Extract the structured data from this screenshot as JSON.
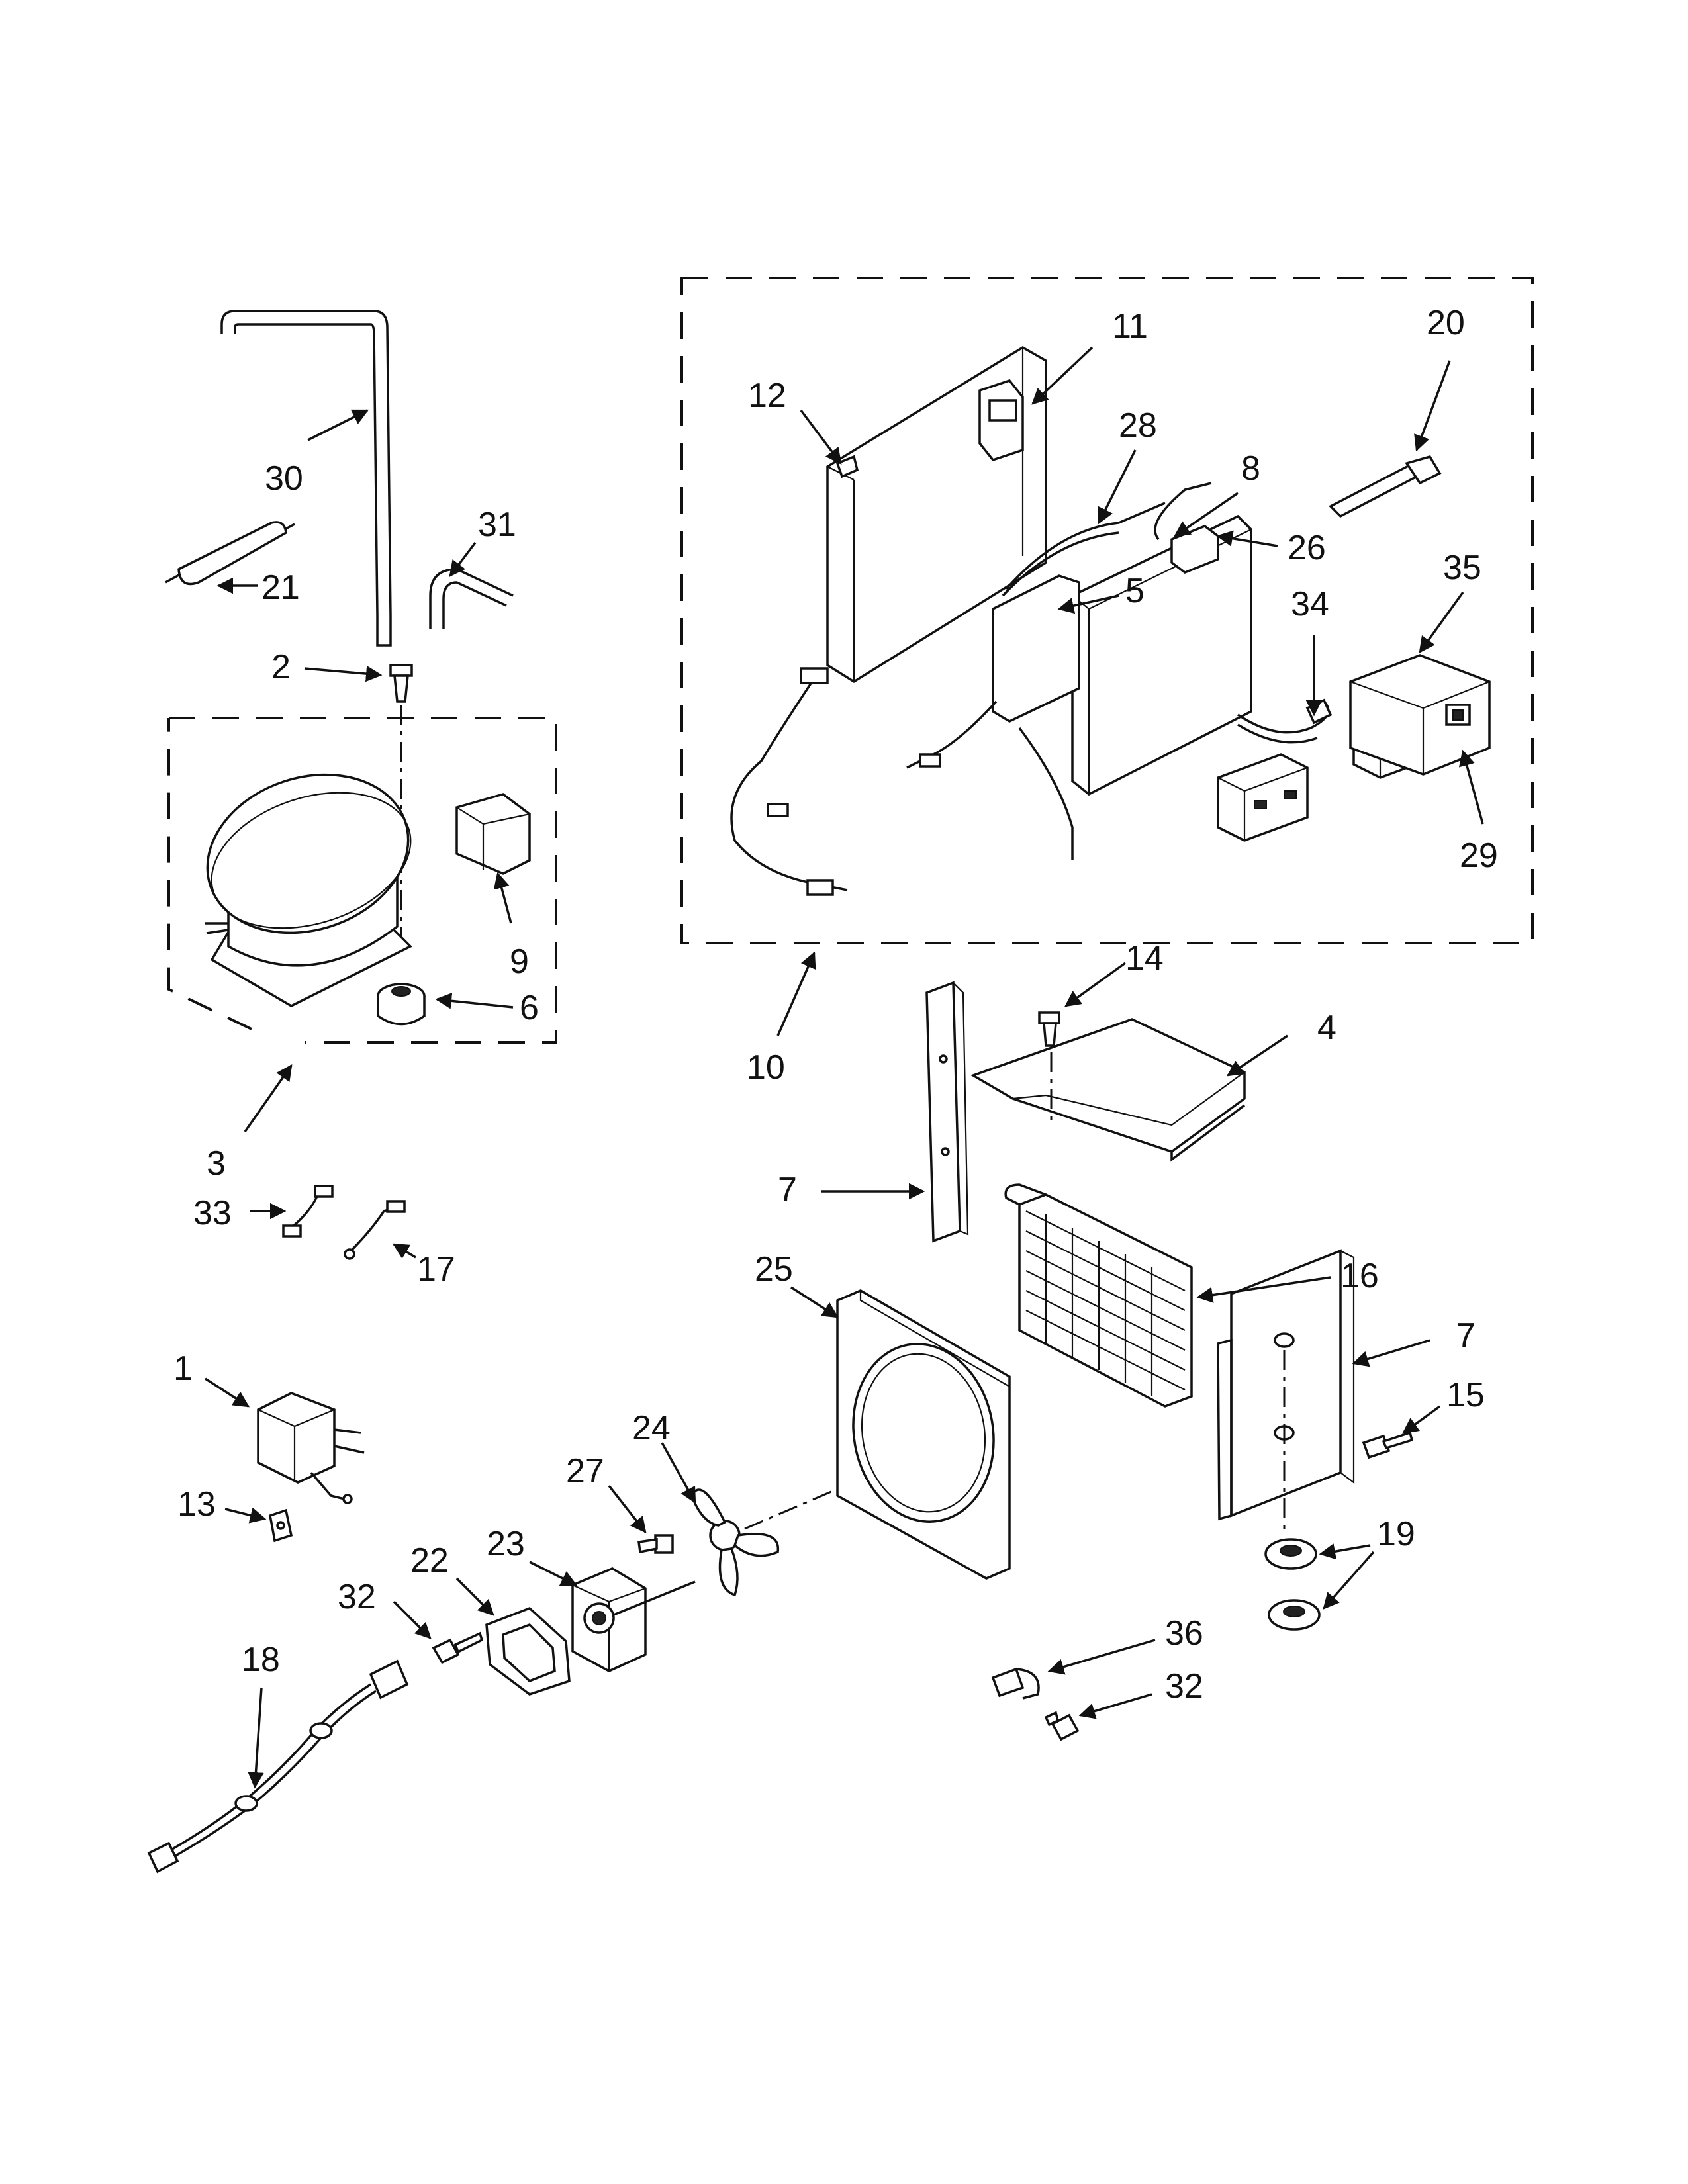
{
  "callouts": {
    "c1": "1",
    "c2": "2",
    "c3": "3",
    "c4": "4",
    "c5": "5",
    "c6": "6",
    "c7a": "7",
    "c7b": "7",
    "c8": "8",
    "c9": "9",
    "c10": "10",
    "c11": "11",
    "c12": "12",
    "c13": "13",
    "c14": "14",
    "c15": "15",
    "c16": "16",
    "c17": "17",
    "c18": "18",
    "c19": "19",
    "c20": "20",
    "c21": "21",
    "c22": "22",
    "c23": "23",
    "c24": "24",
    "c25": "25",
    "c26": "26",
    "c27": "27",
    "c28": "28",
    "c29": "29",
    "c30": "30",
    "c31": "31",
    "c32a": "32",
    "c32b": "32",
    "c33": "33",
    "c34": "34",
    "c35": "35",
    "c36": "36"
  }
}
